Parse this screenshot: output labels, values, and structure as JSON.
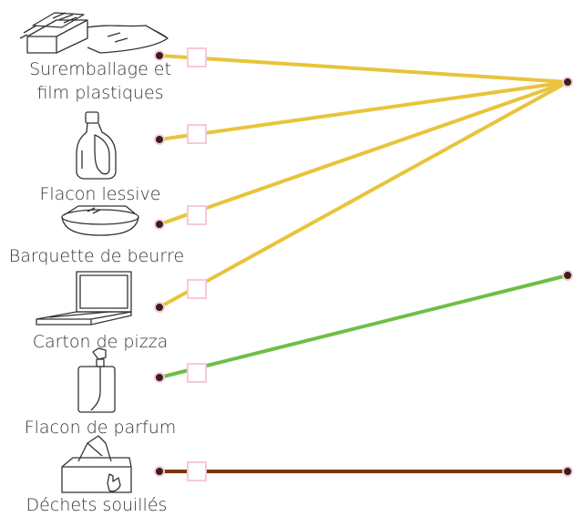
{
  "items": [
    {
      "label_line1": "Suremballage et",
      "label_line2": "film plastiques",
      "icon": "plastic-film-pack-icon"
    },
    {
      "label_line1": "Flacon lessive",
      "icon": "detergent-bottle-icon"
    },
    {
      "label_line1": "Barquette de beurre",
      "icon": "butter-tub-icon"
    },
    {
      "label_line1": "Carton de pizza",
      "icon": "pizza-box-icon"
    },
    {
      "label_line1": "Flacon de parfum",
      "icon": "perfume-bottle-icon"
    },
    {
      "label_line1": "Déchets souillés",
      "icon": "tissue-box-icon"
    }
  ],
  "connections": [
    {
      "from": 0,
      "to": "target-top",
      "color": "#e8c43c"
    },
    {
      "from": 1,
      "to": "target-top",
      "color": "#e8c43c"
    },
    {
      "from": 2,
      "to": "target-top",
      "color": "#e8c43c"
    },
    {
      "from": 3,
      "to": "target-top",
      "color": "#e8c43c"
    },
    {
      "from": 4,
      "to": "target-middle",
      "color": "#6cbf45"
    },
    {
      "from": 5,
      "to": "target-bottom",
      "color": "#7a3612"
    }
  ],
  "colors": {
    "yellow": "#e8c43c",
    "green": "#6cbf45",
    "brown": "#7a3612",
    "dot": "#3a1f1a",
    "box_border": "#f6c9d8"
  }
}
